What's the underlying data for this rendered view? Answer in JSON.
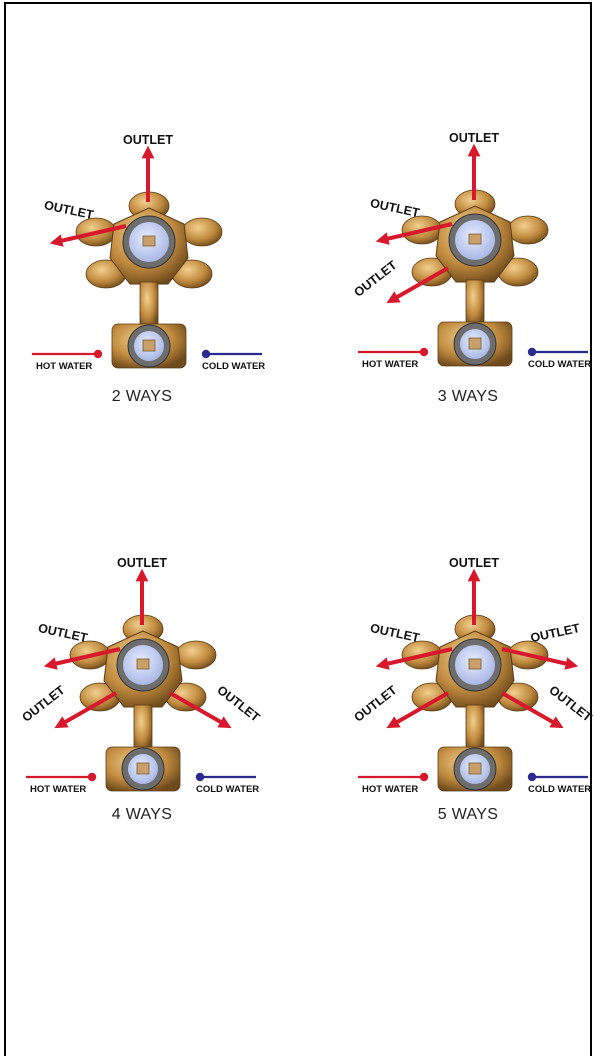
{
  "labels": {
    "outlet": "OUTLET",
    "hot_water": "HOT WATER",
    "cold_water": "COLD WATER"
  },
  "colors": {
    "arrow": "#d7192d",
    "hot_line": "#d7192d",
    "cold_line": "#2b2a8e",
    "brass": "#c08a3e",
    "cap": "#a9b7e6"
  },
  "diagrams": [
    {
      "ways_label": "2 WAYS",
      "outlets": [
        "up",
        "upper-left"
      ]
    },
    {
      "ways_label": "3 WAYS",
      "outlets": [
        "up",
        "upper-left",
        "lower-left"
      ]
    },
    {
      "ways_label": "4 WAYS",
      "outlets": [
        "up",
        "upper-left",
        "lower-left",
        "lower-right"
      ]
    },
    {
      "ways_label": "5 WAYS",
      "outlets": [
        "up",
        "upper-left",
        "lower-left",
        "upper-right",
        "lower-right"
      ]
    }
  ]
}
